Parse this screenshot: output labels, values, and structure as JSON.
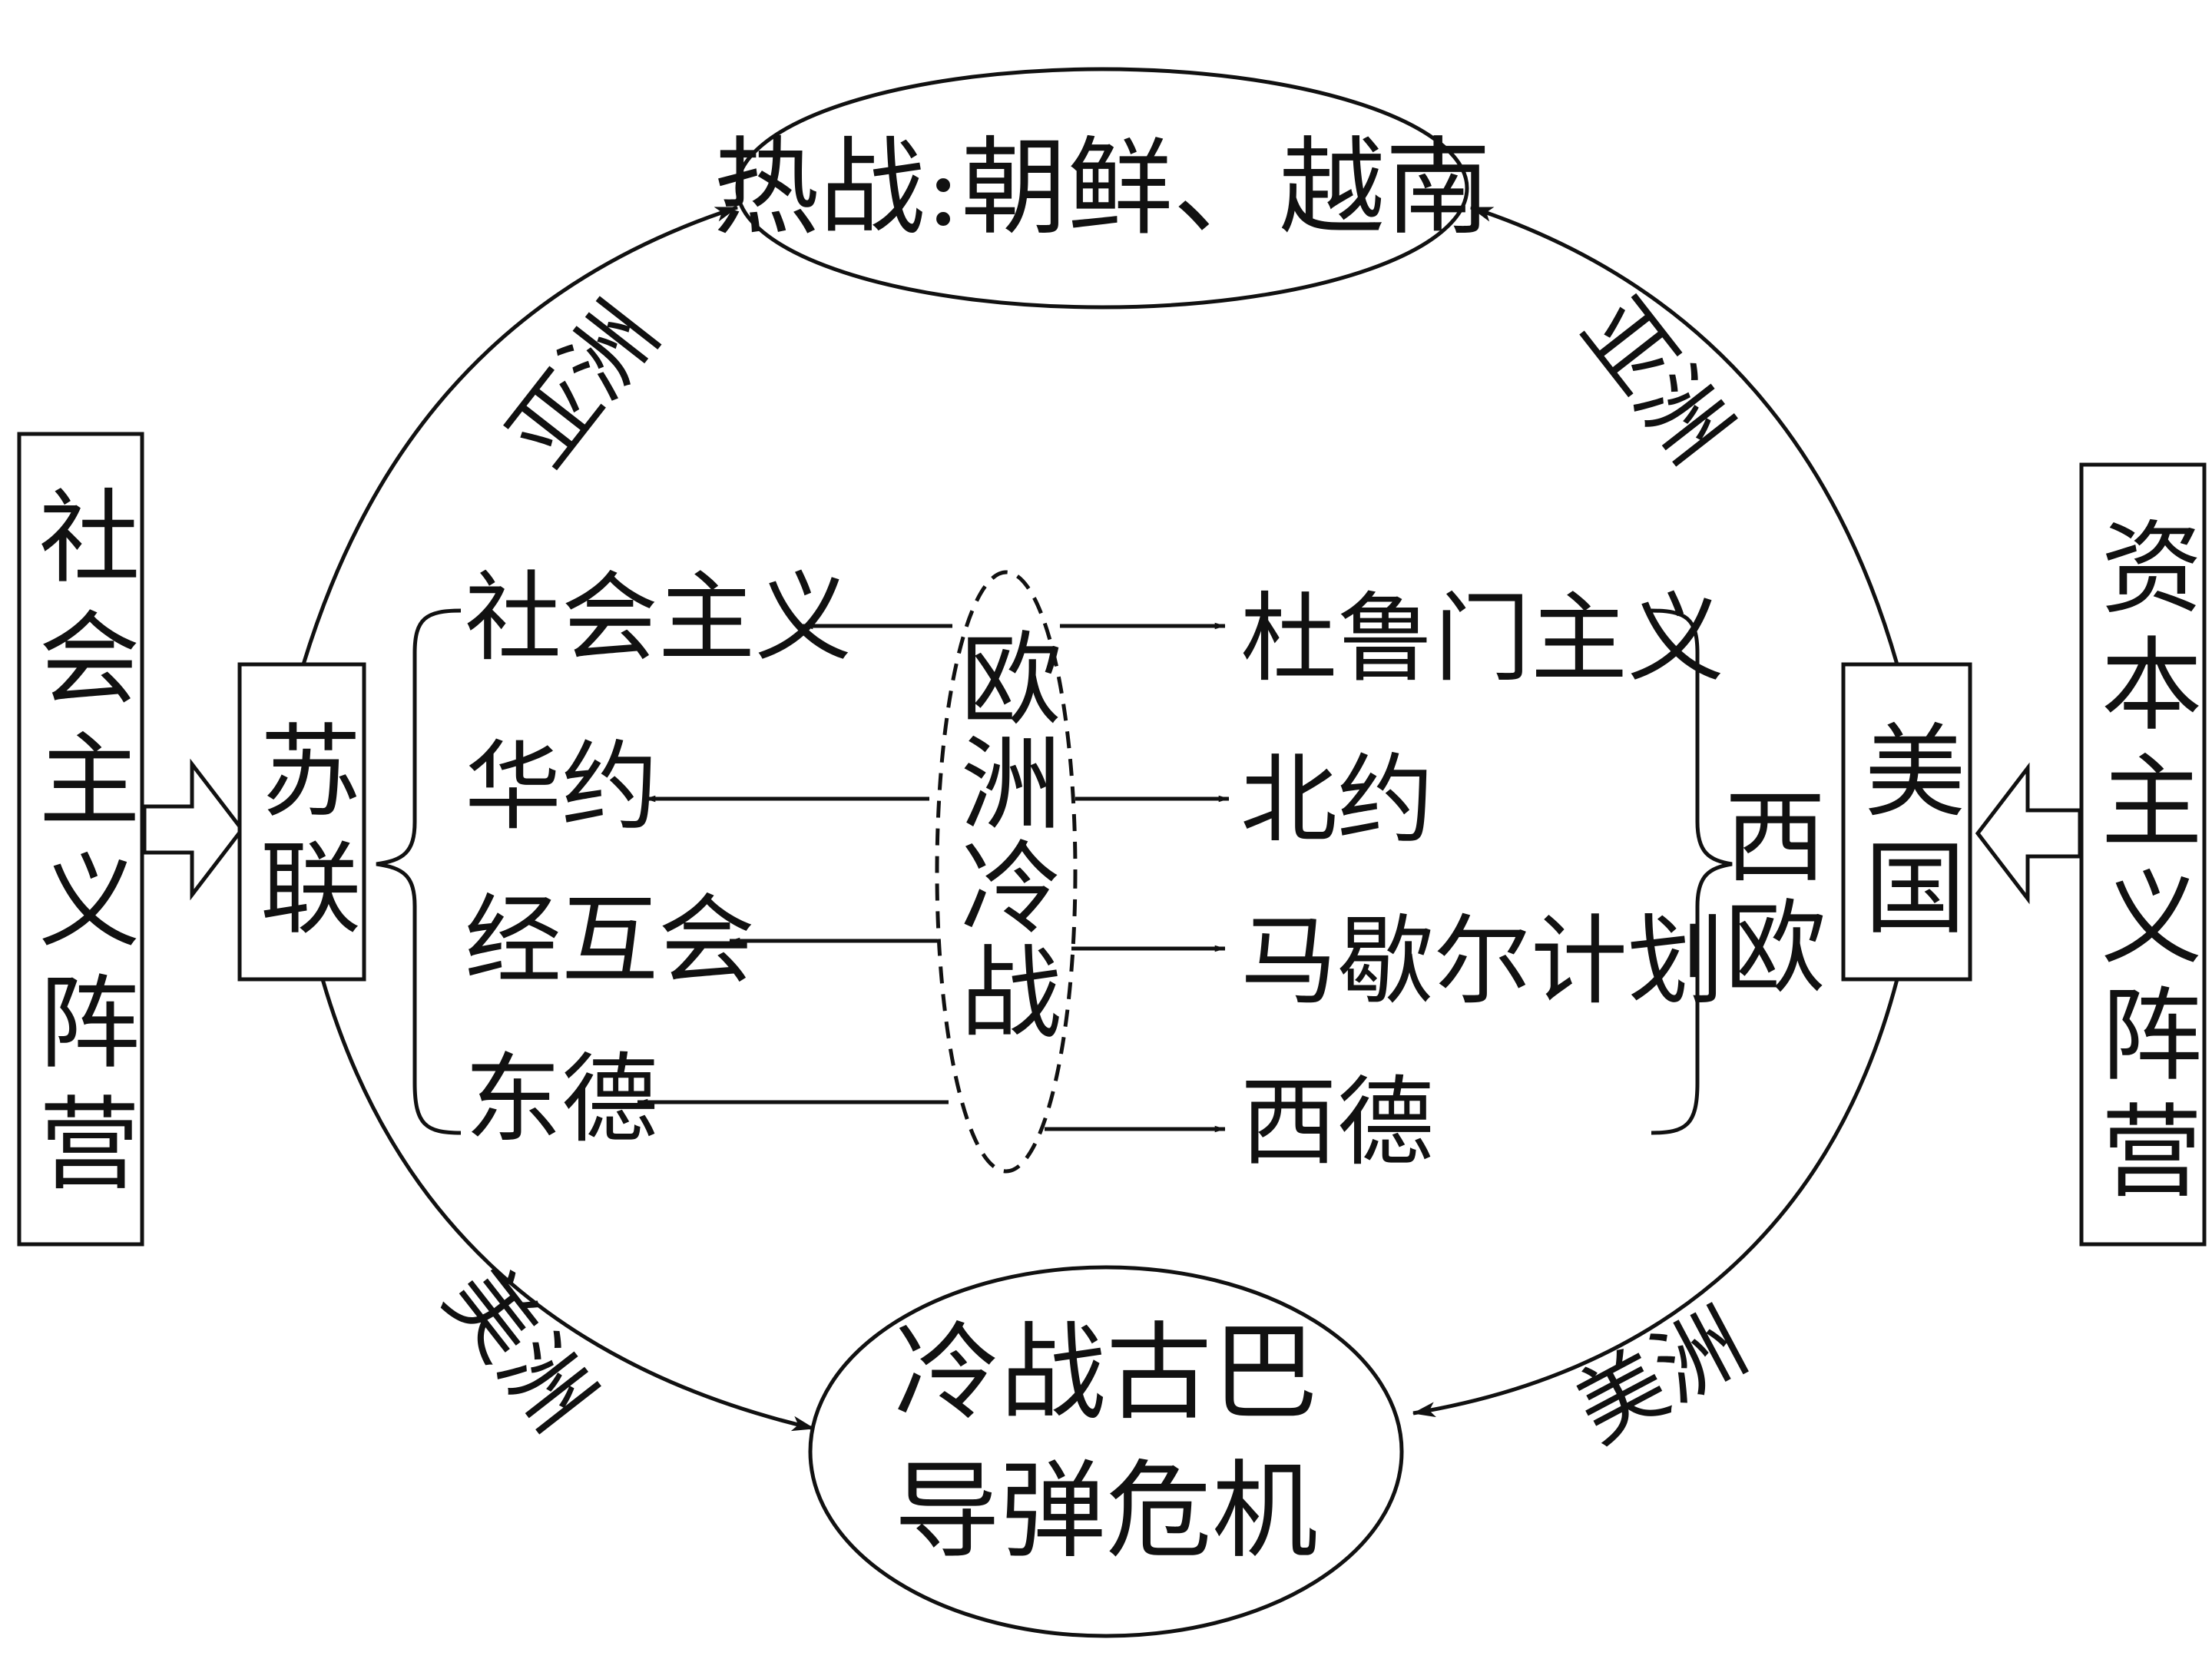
{
  "top_bubble": "热战:朝鲜、越南",
  "bottom_bubble": [
    "冷战古巴",
    "导弹危机"
  ],
  "left_camp": "社会主义阵营",
  "right_camp": "资本主义阵营",
  "left_power": "苏联",
  "right_power": "美国",
  "center": "欧洲冷战",
  "west_europe": "西欧",
  "left_items": [
    "社会主义",
    "华约",
    "经互会",
    "东德"
  ],
  "right_items": [
    "杜鲁门主义",
    "北约",
    "马歇尔计划",
    "西德"
  ],
  "arc_labels": {
    "top_left": "亚洲",
    "top_right": "亚洲",
    "bottom_left": "美洲",
    "bottom_right": "美洲"
  },
  "colors": {
    "ink": "#111111",
    "background": "#ffffff"
  }
}
